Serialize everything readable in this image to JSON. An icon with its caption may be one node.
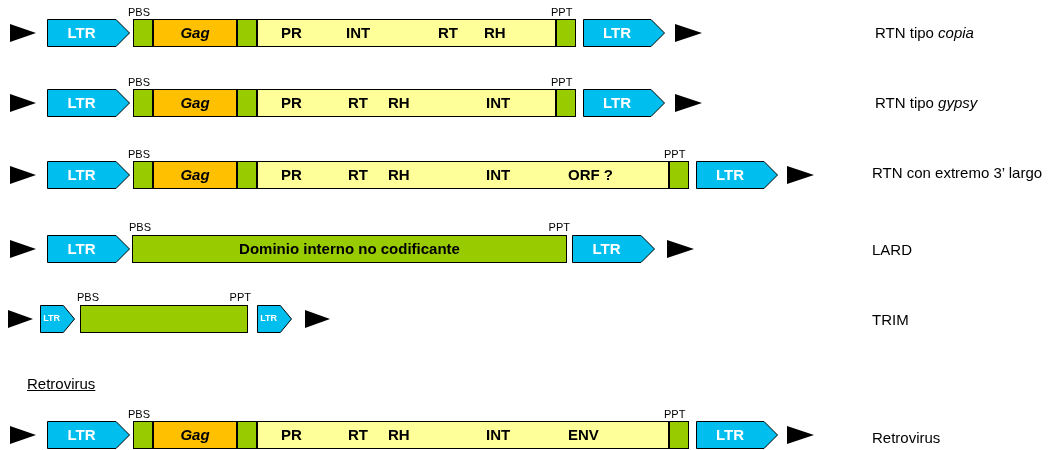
{
  "diagram": {
    "nodes": [
      {
        "text": [],
        "shape": "triangle"
      },
      {
        "text": [
          "LTR"
        ]
      },
      {
        "text": [
          "PBS"
        ]
      },
      {
        "text": [
          "Gag"
        ]
      },
      {
        "text": [],
        "shape": "box"
      },
      {
        "text": [
          "PR",
          "INT",
          "RT",
          "RH"
        ]
      },
      {
        "text": [
          "PPT"
        ]
      },
      {
        "text": [
          "LTR"
        ]
      },
      {
        "text": [],
        "shape": "triangle"
      },
      {
        "text": [],
        "shape": "triangle"
      },
      {
        "text": [
          "LTR"
        ]
      },
      {
        "text": [
          "PBS"
        ]
      },
      {
        "text": [
          "Gag"
        ]
      },
      {
        "text": [],
        "shape": "box"
      },
      {
        "text": [
          "PR",
          "RT",
          "RH",
          "INT"
        ]
      },
      {
        "text": [
          "PPT"
        ]
      },
      {
        "text": [
          "LTR"
        ]
      },
      {
        "text": [],
        "shape": "triangle"
      },
      {
        "text": [],
        "shape": "triangle"
      },
      {
        "text": [
          "LTR"
        ]
      },
      {
        "text": [
          "PBS"
        ]
      },
      {
        "text": [
          "Gag"
        ]
      },
      {
        "text": [],
        "shape": "box"
      },
      {
        "text": [
          "PR",
          "RT",
          "RH",
          "INT",
          "ORF ?"
        ]
      },
      {
        "text": [
          "PPT"
        ]
      },
      {
        "text": [
          "LTR"
        ]
      },
      {
        "text": [],
        "shape": "triangle"
      },
      {
        "text": [],
        "shape": "triangle"
      },
      {
        "text": [
          "LTR"
        ]
      },
      {
        "text": [
          "Dominio interno no codificante"
        ],
        "beside": [
          "PBS",
          "PPT"
        ]
      },
      {
        "text": [
          "LTR"
        ]
      },
      {
        "text": [],
        "shape": "triangle"
      },
      {
        "text": [],
        "shape": "triangle"
      },
      {
        "text": [
          "LTR"
        ]
      },
      {
        "text": [],
        "shape": "box",
        "beside": [
          "PBS",
          "PPT"
        ]
      },
      {
        "text": [
          "LTR"
        ]
      },
      {
        "text": [],
        "shape": "triangle"
      },
      {
        "text": [],
        "shape": "triangle"
      },
      {
        "text": [
          "LTR"
        ]
      },
      {
        "text": [
          "PBS"
        ]
      },
      {
        "text": [
          "Gag"
        ]
      },
      {
        "text": [],
        "shape": "box"
      },
      {
        "text": [
          "PR",
          "RT",
          "RH",
          "INT",
          "ENV"
        ]
      },
      {
        "text": [
          "PPT"
        ]
      },
      {
        "text": [
          "LTR"
        ]
      },
      {
        "text": [],
        "shape": "triangle"
      }
    ],
    "edges": [],
    "labels": [
      "RTN tipo *copia*",
      "RTN tipo *gypsy*",
      "RTN con extremo 3’ largo",
      "LARD",
      "TRIM",
      "Retrovirus",
      "Retrovirus"
    ]
  }
}
